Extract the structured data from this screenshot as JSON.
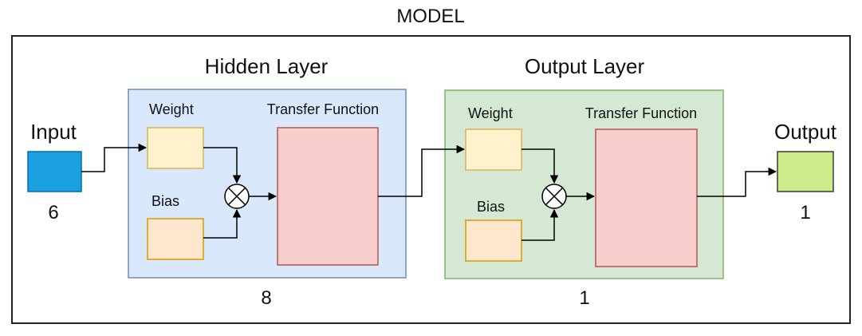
{
  "title": "MODEL",
  "input": {
    "label": "Input",
    "size": "6"
  },
  "hidden_layer": {
    "title": "Hidden Layer",
    "count": "8",
    "weight_label": "Weight",
    "bias_label": "Bias",
    "transfer_label": "Transfer Function"
  },
  "output_layer": {
    "title": "Output Layer",
    "count": "1",
    "weight_label": "Weight",
    "bias_label": "Bias",
    "transfer_label": "Transfer Function"
  },
  "output": {
    "label": "Output",
    "size": "1"
  },
  "colors": {
    "input_fill": "#1ba1e2",
    "input_stroke": "#006eaf",
    "hidden_fill": "#dae8fc",
    "hidden_stroke": "#6c8ebf",
    "output_layer_fill": "#d5e8d4",
    "output_layer_stroke": "#82b366",
    "weight_fill": "#fff2cc",
    "weight_stroke": "#d6b656",
    "bias_fill": "#ffe6cc",
    "bias_stroke": "#d79b00",
    "transfer_fill": "#f8cecc",
    "transfer_stroke": "#b85450",
    "output_fill": "#cdeb8b",
    "output_stroke": "#36393d"
  }
}
